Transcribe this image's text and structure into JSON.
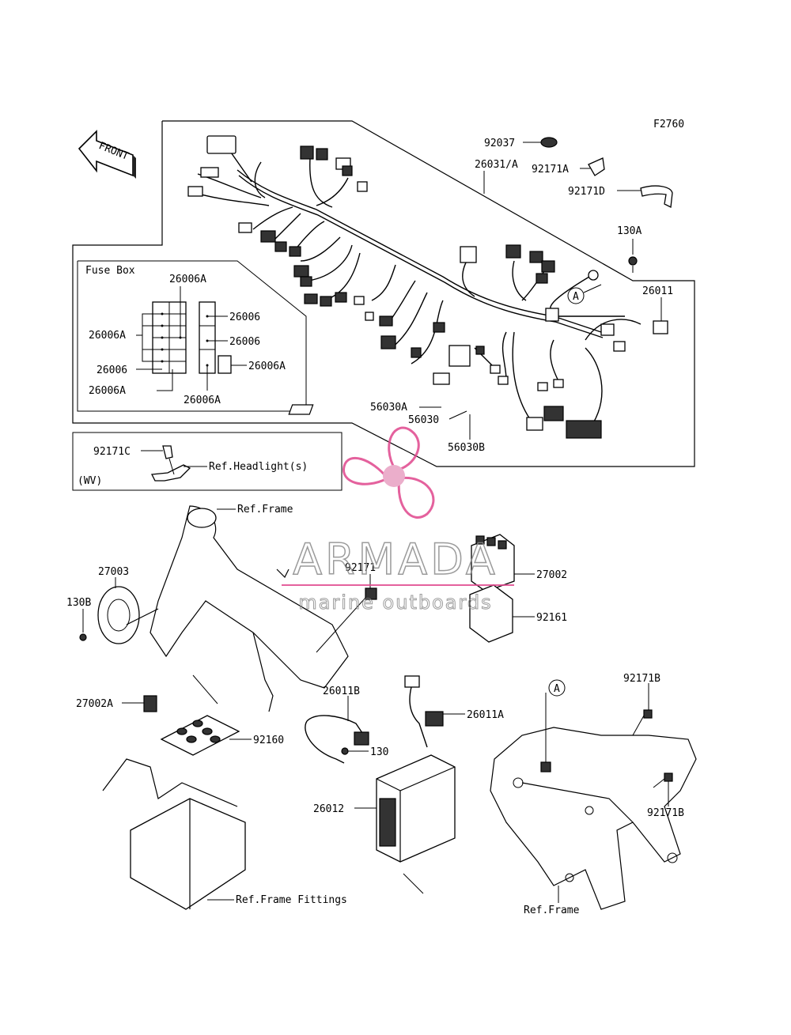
{
  "diagram": {
    "code": "F2760",
    "front_label": "FRONT",
    "fuse_box": {
      "title": "Fuse Box",
      "labels": [
        "26006A",
        "26006A",
        "26006",
        "26006",
        "26006",
        "26006A",
        "26006A",
        "26006A"
      ]
    },
    "wv_box": {
      "tag": "(WV)",
      "part": "92171C",
      "ref": "Ref.Headlight(s)"
    },
    "callouts": {
      "p92037": "92037",
      "p26031A": "26031/A",
      "p92171A": "92171A",
      "p92171D": "92171D",
      "p130A": "130A",
      "p26011": "26011",
      "p56030A": "56030A",
      "p56030": "56030",
      "p56030B": "56030B",
      "circleA1": "A",
      "circleA2": "A",
      "refFrame1": "Ref.Frame",
      "p27003": "27003",
      "p130B": "130B",
      "p92171": "92171",
      "p27002": "27002",
      "p92161": "92161",
      "p27002A": "27002A",
      "p92160": "92160",
      "p26011B": "26011B",
      "p26011A": "26011A",
      "p130": "130",
      "p26012": "26012",
      "refFrameFittings": "Ref.Frame Fittings",
      "p92171B1": "92171B",
      "p92171B2": "92171B",
      "refFrame2": "Ref.Frame"
    },
    "watermark": {
      "brand": "ARMADA",
      "tagline": "marine outboards",
      "color": "#e0468c"
    }
  }
}
